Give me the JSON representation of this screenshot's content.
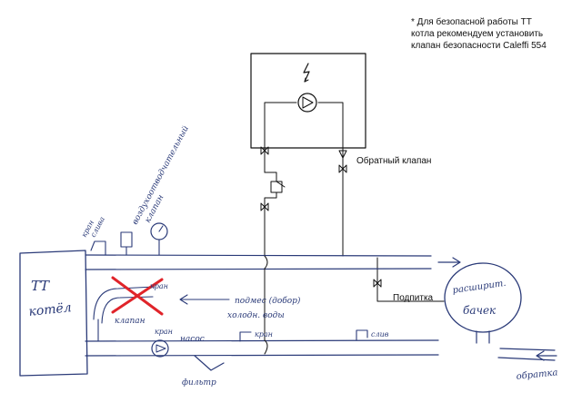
{
  "note": {
    "line1": "* Для безопасной работы  ТТ",
    "line2": "котла рекомендуем установить",
    "line3": "клапан безопасности Caleffi 554"
  },
  "labels": {
    "check_valve": "Обратный клапан",
    "makeup": "Подпитка"
  },
  "hand": {
    "boiler_line1": "ТТ",
    "boiler_line2": "котёл",
    "air_valve_line1": "воздухоотводчательный",
    "air_valve_line2": "клапан",
    "tap_line1": "кран",
    "tap_line2": "слива",
    "feed_line1": "подмес (добор)",
    "feed_line2": "холодн. воды",
    "kran_top": "кран",
    "klapan": "клапан",
    "kran_bottom": "кран",
    "pump": "насос",
    "filter": "фильтр",
    "kran_mid": "кран",
    "drain": "слив",
    "tank_line1": "расширит.",
    "tank_line2": "бачек",
    "return": "обратка"
  },
  "colors": {
    "ink": "#2a3a78",
    "print": "#111111",
    "cross": "#e0242a"
  }
}
